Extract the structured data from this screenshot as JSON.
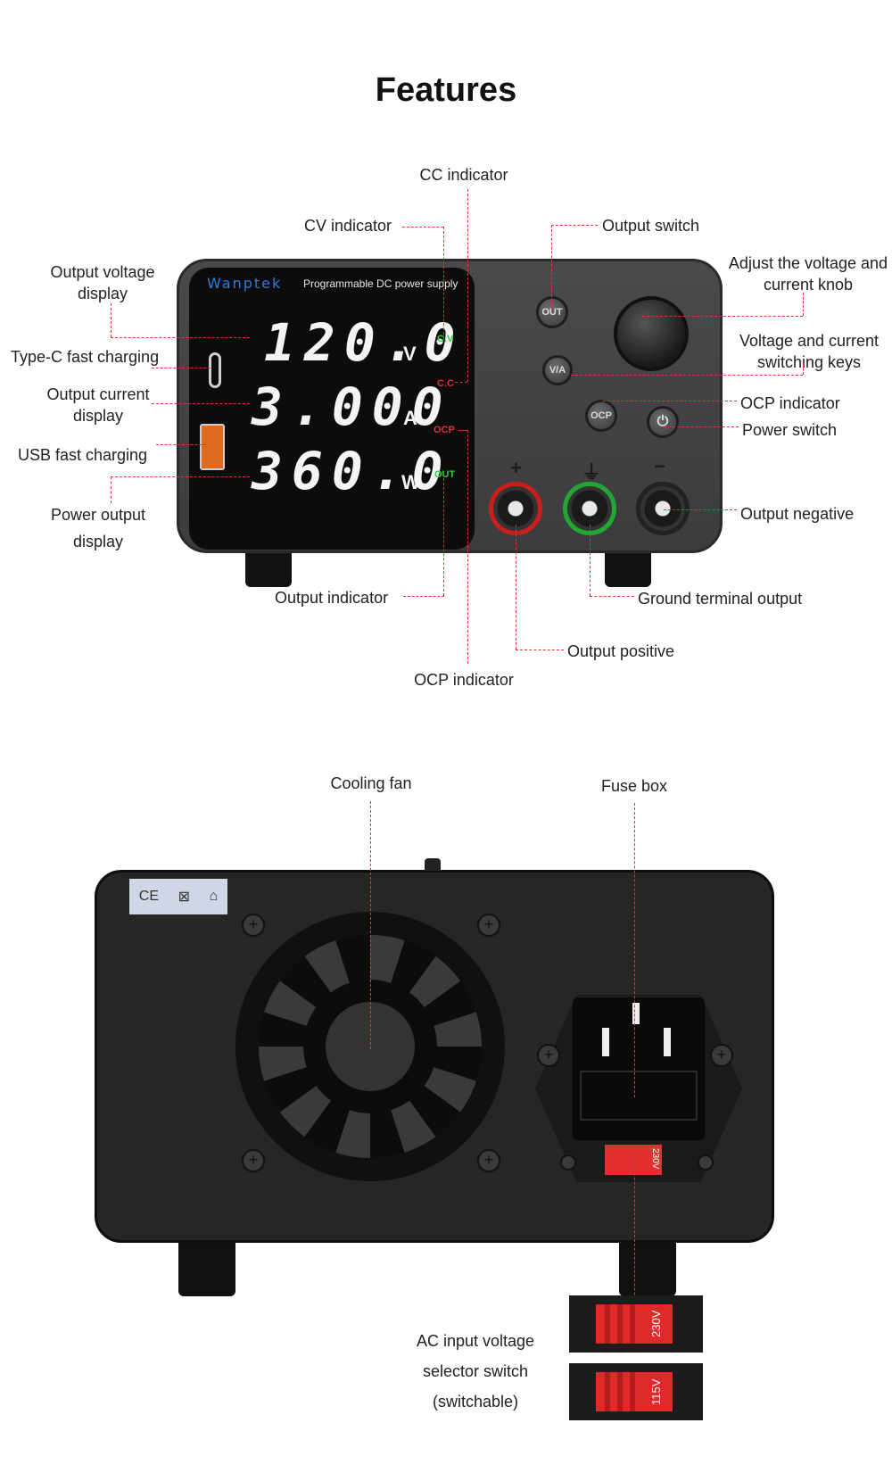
{
  "page": {
    "title": "Features"
  },
  "front": {
    "brand": "Wanptek",
    "subtitle": "Programmable DC power supply",
    "readings": {
      "voltage": "120.0",
      "voltage_unit": "V",
      "current": "3.000",
      "current_unit": "A",
      "power": "360.0",
      "power_unit": "W"
    },
    "indicators": {
      "cv": "C.V",
      "cc": "C.C",
      "ocp": "OCP",
      "out": "OUT"
    },
    "buttons": {
      "out": "OUT",
      "va": "V/A",
      "ocp": "OCP",
      "power": "⏻"
    },
    "terminal_signs": {
      "positive": "+",
      "ground": "⏚",
      "negative": "−"
    },
    "callouts": {
      "cc_indicator": "CC indicator",
      "cv_indicator": "CV indicator",
      "output_switch": "Output switch",
      "output_voltage_display": "Output voltage display",
      "adjust_knob": "Adjust the voltage and current knob",
      "type_c": "Type-C fast charging",
      "va_keys": "Voltage and current switching keys",
      "output_current_display": "Output current display",
      "ocp_indicator_right": "OCP indicator",
      "power_switch": "Power switch",
      "usb_fast_charging": "USB fast charging",
      "power_output_display": "Power output display",
      "output_negative": "Output negative",
      "output_indicator": "Output indicator",
      "ground_terminal": "Ground terminal output",
      "output_positive": "Output positive",
      "ocp_indicator_bottom": "OCP indicator"
    }
  },
  "rear": {
    "cert_marks": [
      "CE",
      "⊠",
      "⌂"
    ],
    "small_switch_label": "230V",
    "callouts": {
      "cooling_fan": "Cooling fan",
      "fuse_box": "Fuse box",
      "ac_selector": "AC input voltage selector switch (switchable)"
    },
    "selector_states": [
      "230V",
      "115V"
    ]
  },
  "colors": {
    "accent_red": "#d23b3b",
    "indicator_green": "#2ecc40",
    "brand_blue": "#2f7ad8",
    "usb_orange": "#e06b1f"
  }
}
